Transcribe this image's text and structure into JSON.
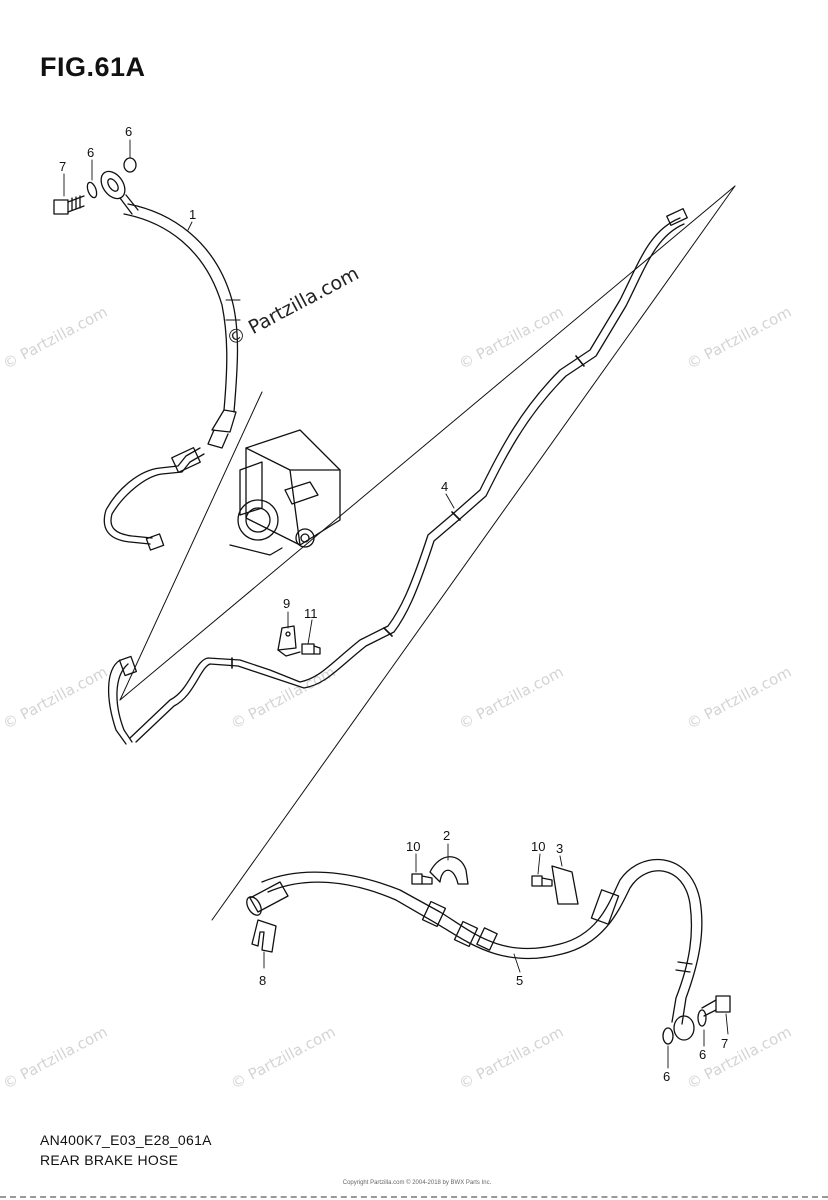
{
  "figure": {
    "title": "FIG.61A"
  },
  "brand_watermark": "© Partzilla.com",
  "watermarks": [
    "© Partzilla.com"
  ],
  "footer": {
    "code": "AN400K7_E03_E28_061A",
    "caption": "REAR BRAKE HOSE",
    "copyright": "Copyright Partzilla.com © 2004-2018 by BWX Parts Inc."
  },
  "callouts": {
    "c1": "1",
    "c2": "2",
    "c3": "3",
    "c4": "4",
    "c5": "5",
    "c6a": "6",
    "c6b": "6",
    "c6c": "6",
    "c6d": "6",
    "c7a": "7",
    "c7b": "7",
    "c8": "8",
    "c9": "9",
    "c10a": "10",
    "c10b": "10",
    "c11": "11"
  }
}
